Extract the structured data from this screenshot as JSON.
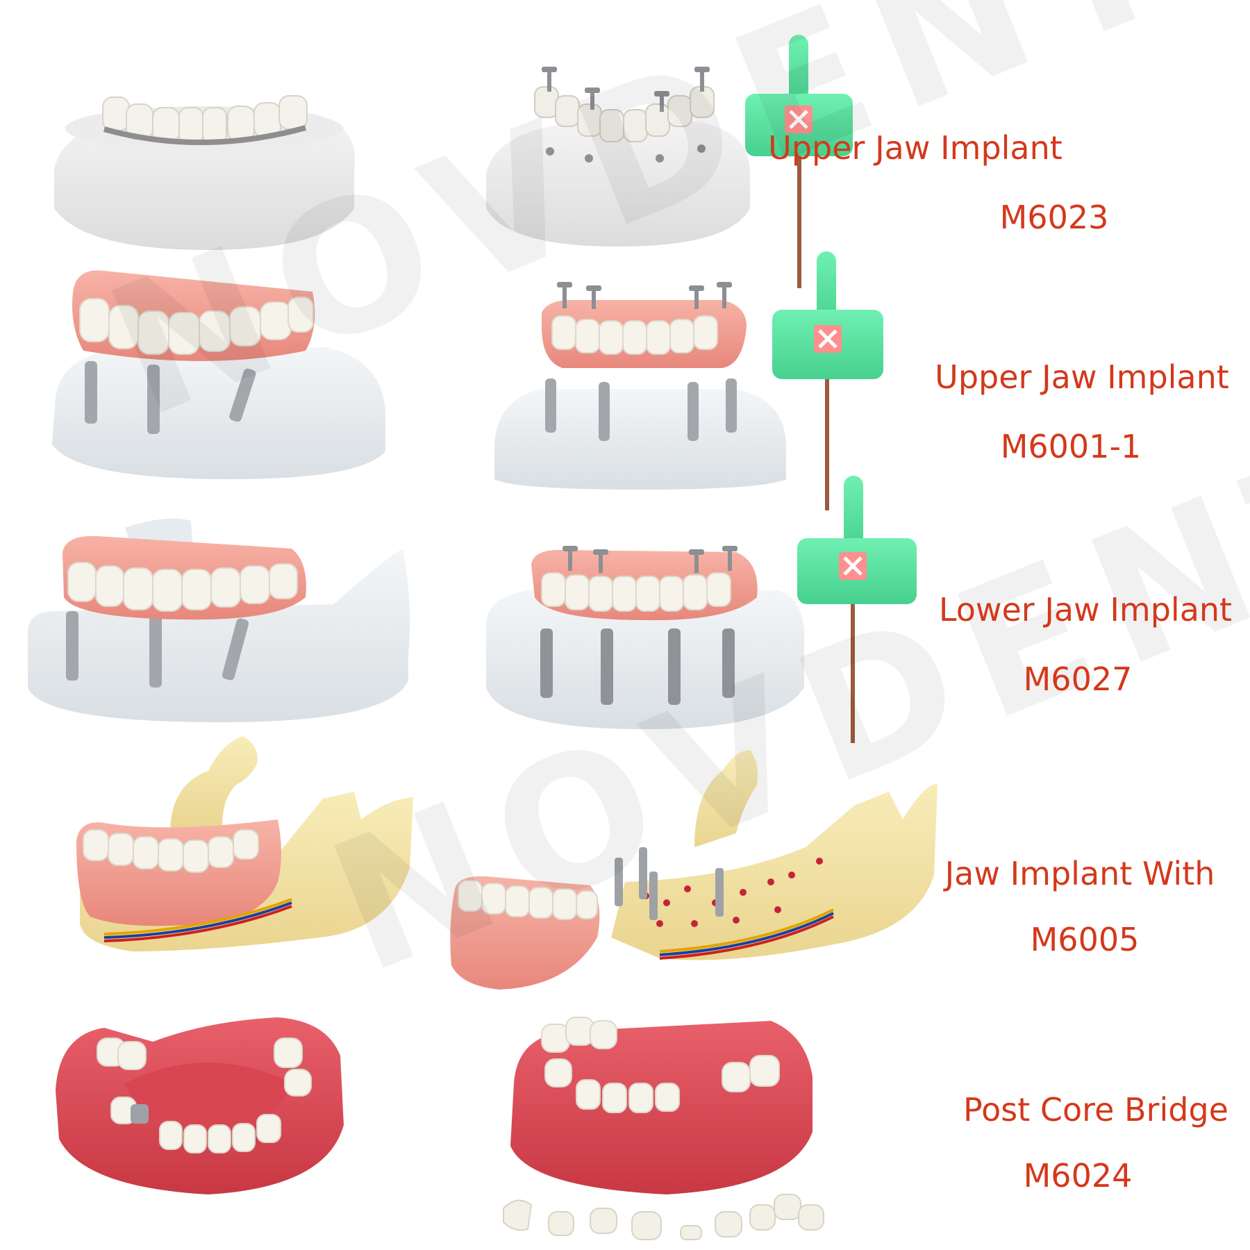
{
  "watermark": "NOVDENT",
  "products": [
    {
      "name": "Upper Jaw Implant",
      "code": "M6023"
    },
    {
      "name": "Upper Jaw Implant",
      "code": "M6001-1"
    },
    {
      "name": "Lower Jaw Implant",
      "code": "M6027"
    },
    {
      "name": "Jaw Implant With",
      "code": "M6005"
    },
    {
      "name": "Post Core Bridge",
      "code": "M6024"
    }
  ],
  "colors": {
    "label": "#d4381b",
    "screwdriver_handle": "#5fe0a2",
    "gum": "#f1998f",
    "gum_dark": "#d6434f",
    "bone": "#f3e3a2",
    "base_white": "#e9e9e9",
    "base_clear": "#e5eaee",
    "tooth": "#f6f3ea",
    "metal": "#9ea2a6"
  }
}
